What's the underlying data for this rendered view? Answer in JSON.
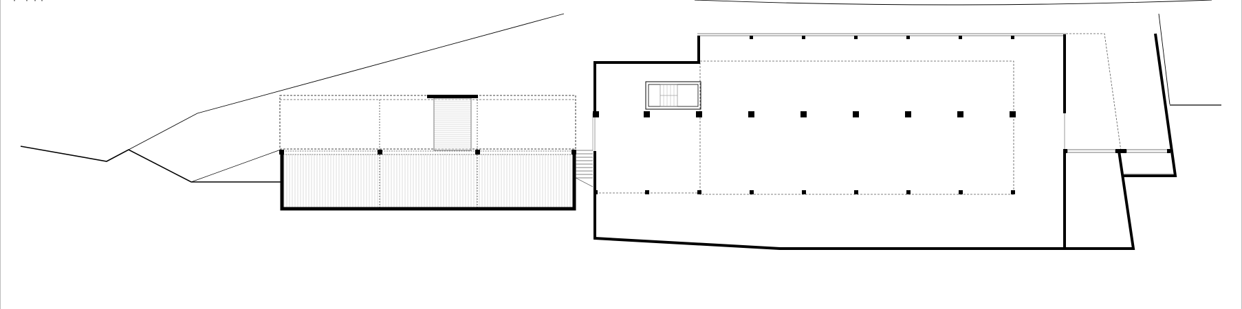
{
  "drawing": {
    "kind": "architectural floor plan",
    "background_color": "#ffffff",
    "line_color": "#000000",
    "dashed_line_color": "#555555",
    "hatch_color": "#bfbfbf",
    "stair_color": "#777777"
  },
  "elements": {
    "terrain_line": "terrain-line",
    "west_pavilion": "west-pavilion",
    "central_stair": "central-stair",
    "main_hall": "main-hall",
    "column_grid": "column-grid",
    "stair_core": "stair-core",
    "east_annex": "east-annex"
  }
}
